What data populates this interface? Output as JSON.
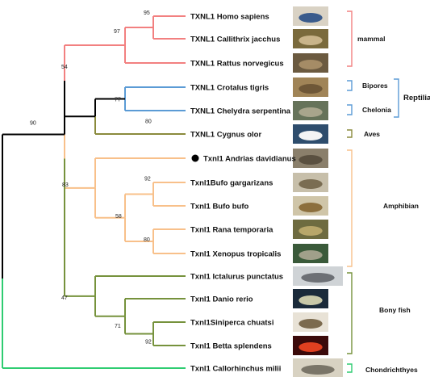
{
  "colors": {
    "root": "#000000",
    "mammal": "#f28080",
    "reptile": "#5b9bd5",
    "aves": "#8a8a3c",
    "amphibian": "#f8c08a",
    "fish": "#76923c",
    "chondrichthyes": "#2ecc71"
  },
  "taxa": [
    {
      "id": "homo",
      "label": "TXNL1 Homo sapiens",
      "color": "mammal",
      "photo": "human-group-photo"
    },
    {
      "id": "callithrix",
      "label": "TXNL1 Callithrix jacchus",
      "color": "mammal",
      "photo": "marmoset-photo"
    },
    {
      "id": "rattus",
      "label": "TXNL1 Rattus norvegicus",
      "color": "mammal",
      "photo": "rat-photo"
    },
    {
      "id": "crotalus",
      "label": "TXNL1 Crotalus tigris",
      "color": "reptile",
      "photo": "snake-photo"
    },
    {
      "id": "chelydra",
      "label": "TXNL1 Chelydra serpentina",
      "color": "reptile",
      "photo": "turtle-photo"
    },
    {
      "id": "cygnus",
      "label": "TXNL1 Cygnus olor",
      "color": "aves",
      "photo": "swan-photo"
    },
    {
      "id": "andrias",
      "label": "Txnl1 Andrias davidianus",
      "color": "amphibian",
      "photo": "salamander-photo",
      "marker": true
    },
    {
      "id": "gargarizans",
      "label": "Txnl1Bufo gargarizans",
      "color": "amphibian",
      "photo": "toad-photo"
    },
    {
      "id": "bufo",
      "label": "Txnl1 Bufo bufo",
      "color": "amphibian",
      "photo": "common-toad-photo"
    },
    {
      "id": "rana",
      "label": "Txnl1 Rana temporaria",
      "color": "amphibian",
      "photo": "frog-photo"
    },
    {
      "id": "xenopus",
      "label": "Txnl1 Xenopus tropicalis",
      "color": "amphibian",
      "photo": "clawed-frog-photo"
    },
    {
      "id": "ictalurus",
      "label": "Txnl1 Ictalurus punctatus",
      "color": "fish",
      "photo": "catfish-photo"
    },
    {
      "id": "danio",
      "label": "Txnl1 Danio rerio",
      "color": "fish",
      "photo": "zebrafish-photo"
    },
    {
      "id": "siniperca",
      "label": "Txnl1Siniperca chuatsi",
      "color": "fish",
      "photo": "mandarin-fish-photo"
    },
    {
      "id": "betta",
      "label": "Txnl1 Betta splendens",
      "color": "fish",
      "photo": "betta-photo"
    },
    {
      "id": "callorhinchus",
      "label": "Txnl1 Callorhinchus milii",
      "color": "chondrichthyes",
      "photo": "elephant-shark-photo"
    }
  ],
  "bootstrap": {
    "homo_callithrix": "95",
    "mammal_clade": "97",
    "mammal_reptile": "54",
    "reptile_clade": "77",
    "aves_clade": "80",
    "tetrapod": "90",
    "amphibian": "83",
    "bufo": "92",
    "anura": "58",
    "rana_xenopus": "80",
    "fish": "47",
    "percomorph": "71",
    "siniperca_betta": "92"
  },
  "groups": {
    "mammal": "mammal",
    "bipores": "Bipores",
    "chelonia": "Chelonia",
    "reptilia": "Reptilia",
    "aves": "Aves",
    "amphibian": "Amphibian",
    "bony_fish": "Bony fish",
    "chondrichthyes": "Chondrichthyes"
  }
}
